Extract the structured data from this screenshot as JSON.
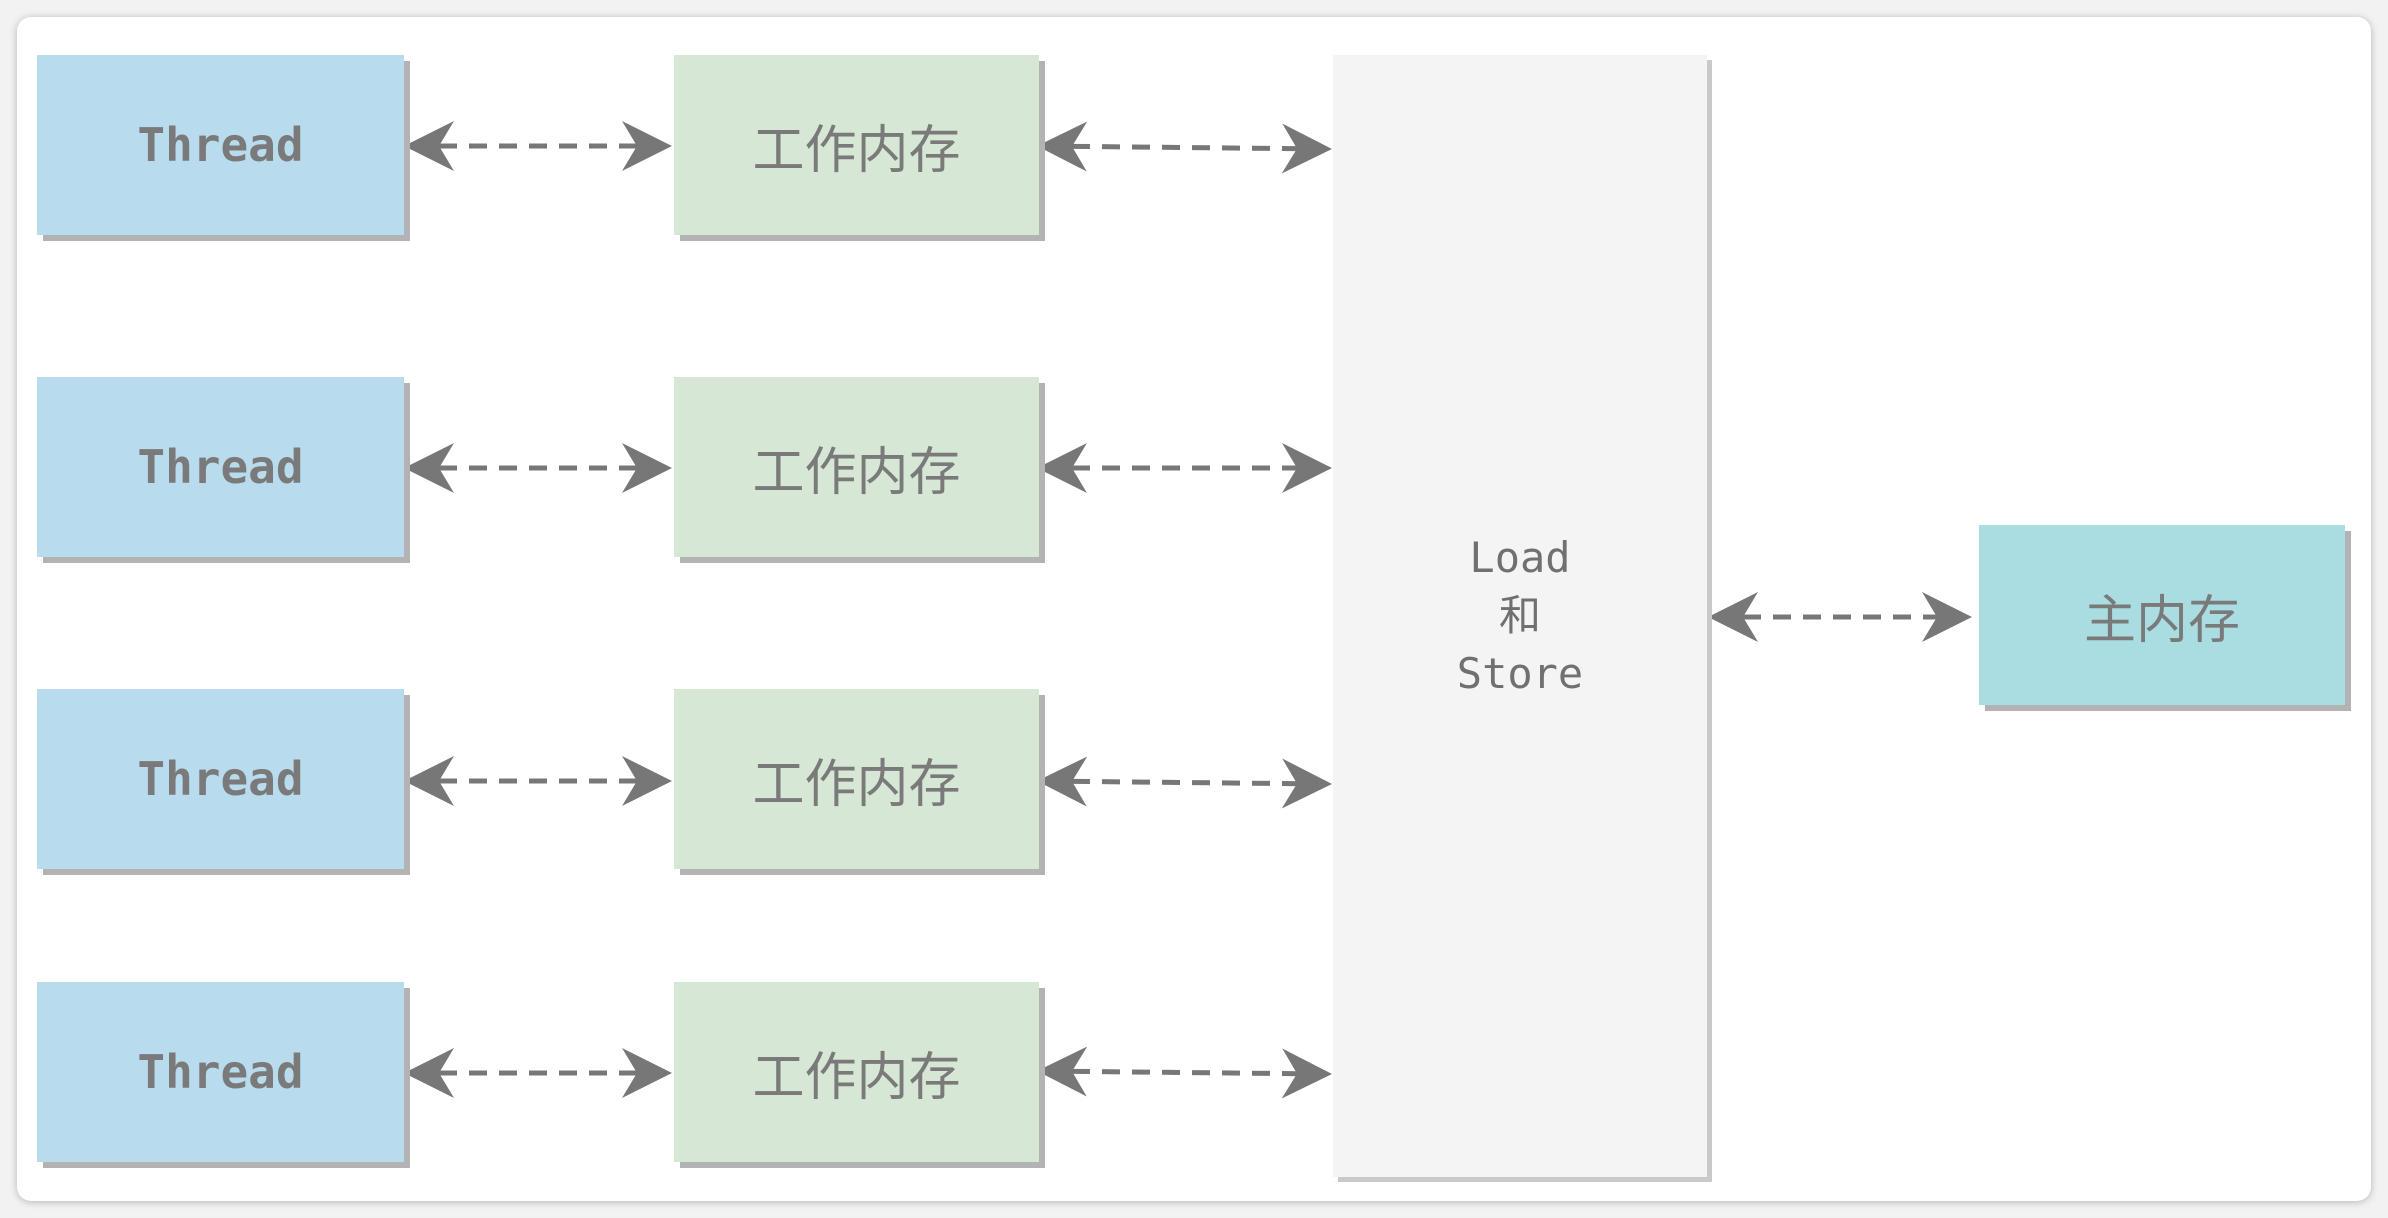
{
  "diagram": {
    "threads": [
      "Thread",
      "Thread",
      "Thread",
      "Thread"
    ],
    "work_memories": [
      "工作内存",
      "工作内存",
      "工作内存",
      "工作内存"
    ],
    "load_store": {
      "line1": "Load",
      "line2": "和",
      "line3": "Store"
    },
    "main_memory": "主内存"
  },
  "colors": {
    "thread_box": "#b8dcee",
    "work_memory_box": "#d6e7d6",
    "load_store_box": "#f4f4f4",
    "main_memory_box": "#a9dde2",
    "arrow": "#777777",
    "text": "#7a7a7a"
  }
}
